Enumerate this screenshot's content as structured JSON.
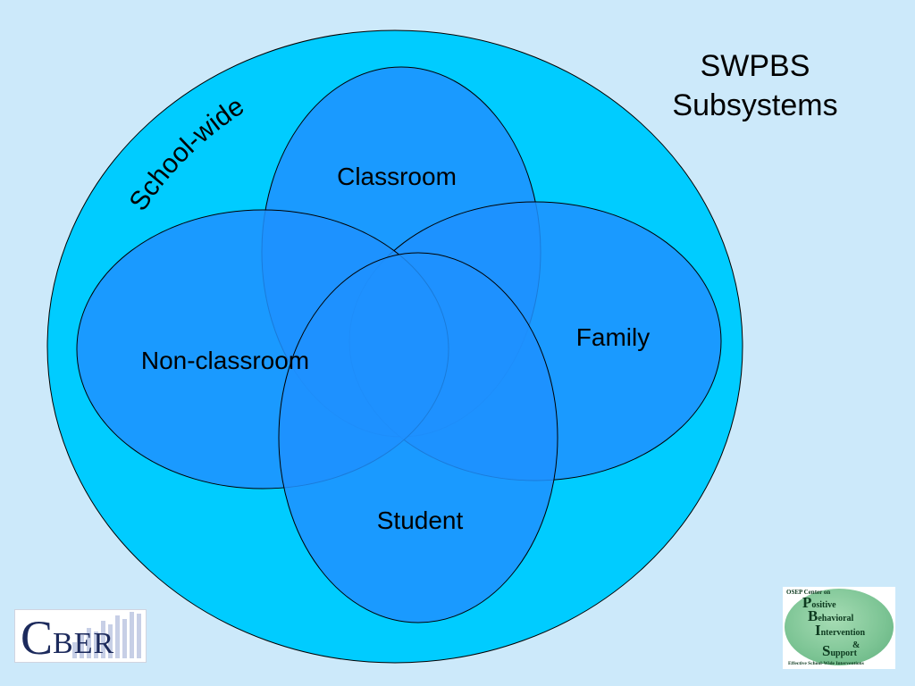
{
  "slide": {
    "title_lines": [
      "SWPBS",
      "Subsystems"
    ]
  },
  "diagram": {
    "outer_label": "School-wide",
    "subsystems": [
      {
        "id": "classroom",
        "label": "Classroom"
      },
      {
        "id": "family",
        "label": "Family"
      },
      {
        "id": "non_classroom",
        "label": "Non-classroom"
      },
      {
        "id": "student",
        "label": "Student"
      }
    ]
  },
  "logos": {
    "cber": {
      "initial": "C",
      "rest": "BER"
    },
    "pbis": {
      "header": "OSEP Center on",
      "lines": [
        {
          "initial": "P",
          "rest": "ositive"
        },
        {
          "initial": "B",
          "rest": "ehavioral"
        },
        {
          "initial": "I",
          "rest": "ntervention"
        },
        {
          "initial": "",
          "rest": "&"
        },
        {
          "initial": "S",
          "rest": "upport"
        }
      ],
      "footer": "Effective School-Wide Interventions"
    }
  },
  "colors": {
    "background": "#cce9fa",
    "outer_circle": "#00ccff",
    "inner_ellipse": "#1e90ff",
    "outline": "#000000"
  }
}
